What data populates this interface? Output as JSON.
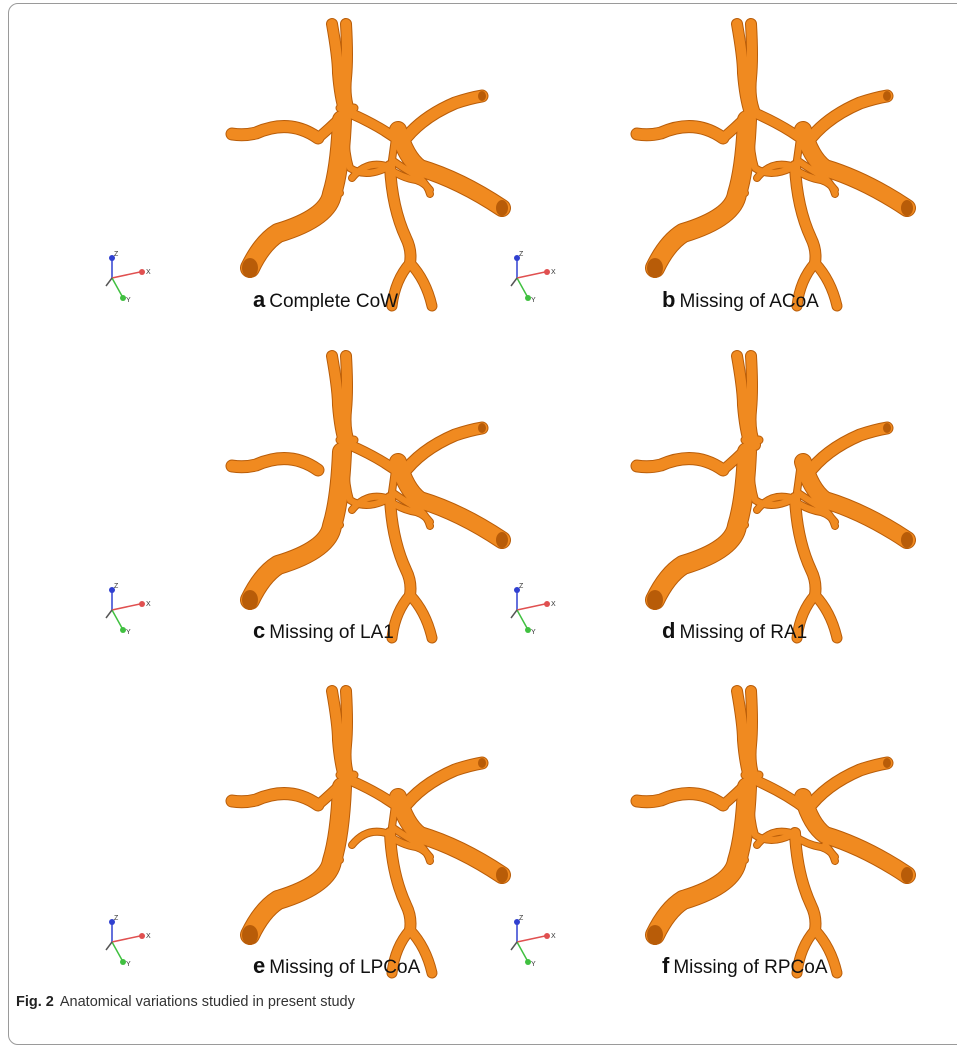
{
  "figure": {
    "caption_label": "Fig. 2",
    "caption_text": "Anatomical variations studied in present study"
  },
  "colors": {
    "vessel": "#f08a20",
    "vessel_dark": "#b85c08",
    "axis_x": "#e05050",
    "axis_y": "#40c040",
    "axis_z": "#3040d0"
  },
  "axis_labels": {
    "x": "X",
    "y": "Y",
    "z": "Z"
  },
  "panels": [
    {
      "letter": "a",
      "text": "Complete CoW",
      "missing": "none"
    },
    {
      "letter": "b",
      "text": "Missing of ACoA",
      "missing": "ACoA"
    },
    {
      "letter": "c",
      "text": "Missing of LA1",
      "missing": "LA1"
    },
    {
      "letter": "d",
      "text": "Missing of RA1",
      "missing": "RA1"
    },
    {
      "letter": "e",
      "text": "Missing of LPCoA",
      "missing": "LPCoA"
    },
    {
      "letter": "f",
      "text": "Missing of RPCoA",
      "missing": "RPCoA"
    }
  ]
}
